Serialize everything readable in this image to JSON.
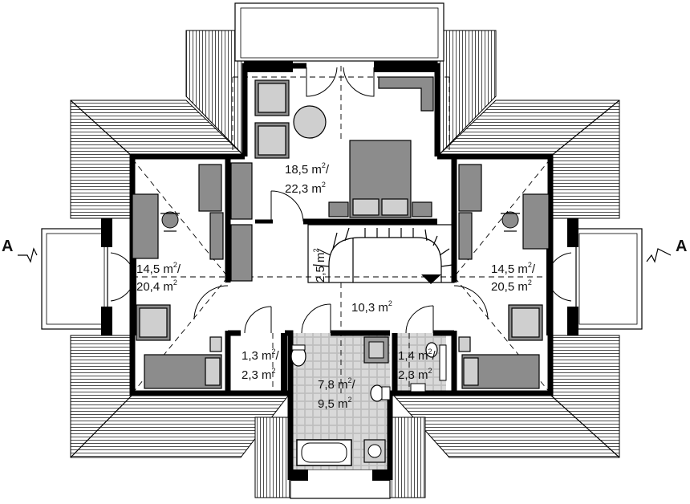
{
  "plan": {
    "rooms": [
      {
        "id": "bedroom-top",
        "area_line1": "18,5 m",
        "sup1": "2",
        "slash": "/",
        "area_line2": "22,3 m",
        "sup2": "2"
      },
      {
        "id": "bedroom-left",
        "area_line1": "14,5 m",
        "sup1": "2",
        "slash": "/",
        "area_line2": "20,4 m",
        "sup2": "2"
      },
      {
        "id": "bedroom-right",
        "area_line1": "14,5 m",
        "sup1": "2",
        "slash": "/",
        "area_line2": "20,5 m",
        "sup2": "2"
      },
      {
        "id": "hall",
        "area_line1": "10,3 m",
        "sup1": "2"
      },
      {
        "id": "stair",
        "area_line1": "2,5 m",
        "sup1": "2"
      },
      {
        "id": "wc-left",
        "area_line1": "1,3 m",
        "sup1": "2",
        "slash": "/",
        "area_line2": "2,3 m",
        "sup2": "2"
      },
      {
        "id": "wc-right",
        "area_line1": "1,4 m",
        "sup1": "2",
        "slash": "/",
        "area_line2": "2,3 m",
        "sup2": "2"
      },
      {
        "id": "bathroom",
        "area_line1": "7,8 m",
        "sup1": "2",
        "slash": "/",
        "area_line2": "9,5 m",
        "sup2": "2"
      }
    ],
    "section_marker_left": "A",
    "section_marker_right": "A",
    "colors": {
      "walls": "#000000",
      "furniture": "#8c8c8c",
      "floor_tile": "#c8c8c8",
      "roof_hatch": "#000000"
    }
  }
}
